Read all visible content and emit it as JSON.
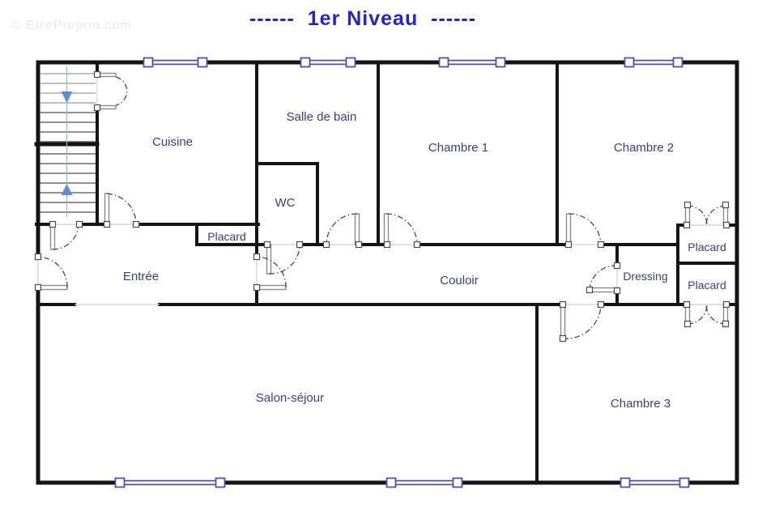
{
  "title": "------  1er Niveau  ------",
  "watermark": "© EtreProprio.com",
  "rooms": {
    "cuisine": "Cuisine",
    "salle_de_bain": "Salle de bain",
    "wc": "WC",
    "chambre1": "Chambre 1",
    "chambre2": "Chambre 2",
    "chambre3": "Chambre 3",
    "entree": "Entrée",
    "couloir": "Couloir",
    "dressing": "Dressing",
    "salon_sejour": "Salon-séjour",
    "placard_entree": "Placard",
    "placard_chambre2": "Placard",
    "placard_chambre3": "Placard"
  },
  "colors": {
    "wall": "#141414",
    "opening_line": "#cfcfcf",
    "window": "#4e4eb4",
    "door": "#4a4a4a",
    "door_leaf": "#8a8a8a",
    "stair_tread": "#4f4f4f",
    "stair_tread_light": "#9a9a9a",
    "stair_line": "#9db4e0",
    "stair_arrow": "#5b8dd9",
    "room_label": "#3a3a8f",
    "title": "#2323cd",
    "watermark": "#e9e9e9"
  }
}
